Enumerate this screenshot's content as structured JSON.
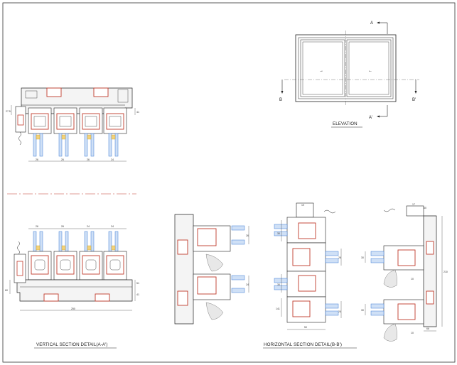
{
  "drawing": {
    "elevation": {
      "title": "ELEVATION",
      "marks": {
        "a": "A",
        "a_prime": "A'",
        "b": "B",
        "b_prime": "B'"
      },
      "arrows": {
        "left_pane": "→",
        "right_pane": "←"
      }
    },
    "vertical_section": {
      "title": "VERTICAL SECTION DETAIL(A-A')",
      "dims_top_view": [
        "26",
        "26",
        "26",
        "24"
      ],
      "dims_bottom_view": [
        "26",
        "26",
        "24",
        "24"
      ],
      "side_dims": [
        "27.5",
        "41",
        "60",
        "51",
        "41"
      ],
      "overall": "250"
    },
    "horizontal_section": {
      "title": "HORIZONTAL SECTION DETAIL(B-B')",
      "dims_left": [
        "26",
        "24"
      ],
      "dims_mid": [
        "19",
        "30",
        "26",
        "24",
        "30",
        "141",
        "50"
      ],
      "dims_right": [
        "17",
        "60",
        "210",
        "30",
        "30",
        "10",
        "10",
        "66"
      ]
    },
    "colors": {
      "line": "#1a1a1a",
      "section_red": "#c0392b",
      "glass": "#3a7bd5",
      "gasket": "#e0a000",
      "frame": "#cfcfcf"
    }
  }
}
